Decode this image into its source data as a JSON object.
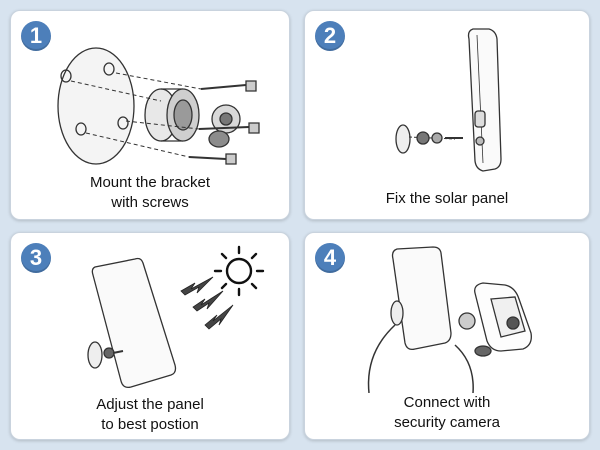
{
  "steps": [
    {
      "number": "1",
      "caption_line1": "Mount the bracket",
      "caption_line2": "with screws"
    },
    {
      "number": "2",
      "caption_line1": "Fix the solar panel",
      "caption_line2": ""
    },
    {
      "number": "3",
      "caption_line1": "Adjust the panel",
      "caption_line2": "to best postion"
    },
    {
      "number": "4",
      "caption_line1": "Connect with",
      "caption_line2": "security camera"
    }
  ],
  "colors": {
    "page_background": "#d7e3ef",
    "card_background": "#ffffff",
    "badge": "#4d7fba",
    "line_art": "#333333"
  },
  "icons": [
    "sun-icon",
    "sunlight-arrow-icon"
  ]
}
